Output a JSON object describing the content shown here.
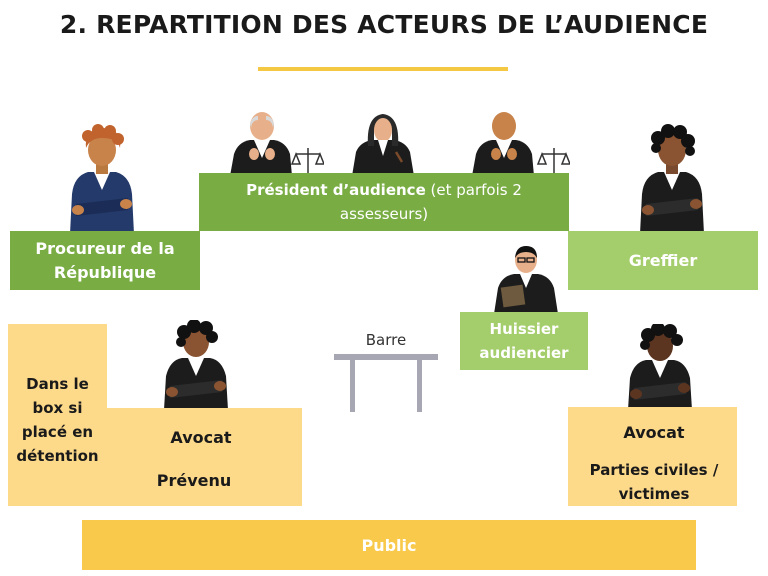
{
  "title": "2. REPARTITION DES ACTEURS DE L’AUDIENCE",
  "president": {
    "label_bold": "Président d’audience",
    "label_rest": " (et parfois 2",
    "label_line2": "assesseurs)"
  },
  "procureur": {
    "line1": "Procureur de la",
    "line2": "République"
  },
  "greffier": {
    "label": "Greffier"
  },
  "huissier": {
    "line1": "Huissier",
    "line2": "audiencier"
  },
  "barre": {
    "label": "Barre"
  },
  "box": {
    "line1": "Dans le",
    "line2": "box si",
    "line3": "placé en",
    "line4": "détention"
  },
  "avocat_left": {
    "label": "Avocat",
    "sub": "Prévenu"
  },
  "avocat_right": {
    "label": "Avocat",
    "sub_line1": "Parties civiles /",
    "sub_line2": "victimes"
  },
  "public": {
    "label": "Public"
  },
  "colors": {
    "green": "#79ad44",
    "light_green": "#a4cd6b",
    "yellow": "#fdd98a",
    "public_yellow": "#f8c94a",
    "accent": "#f4c842",
    "robe": "#1c1c1c"
  }
}
